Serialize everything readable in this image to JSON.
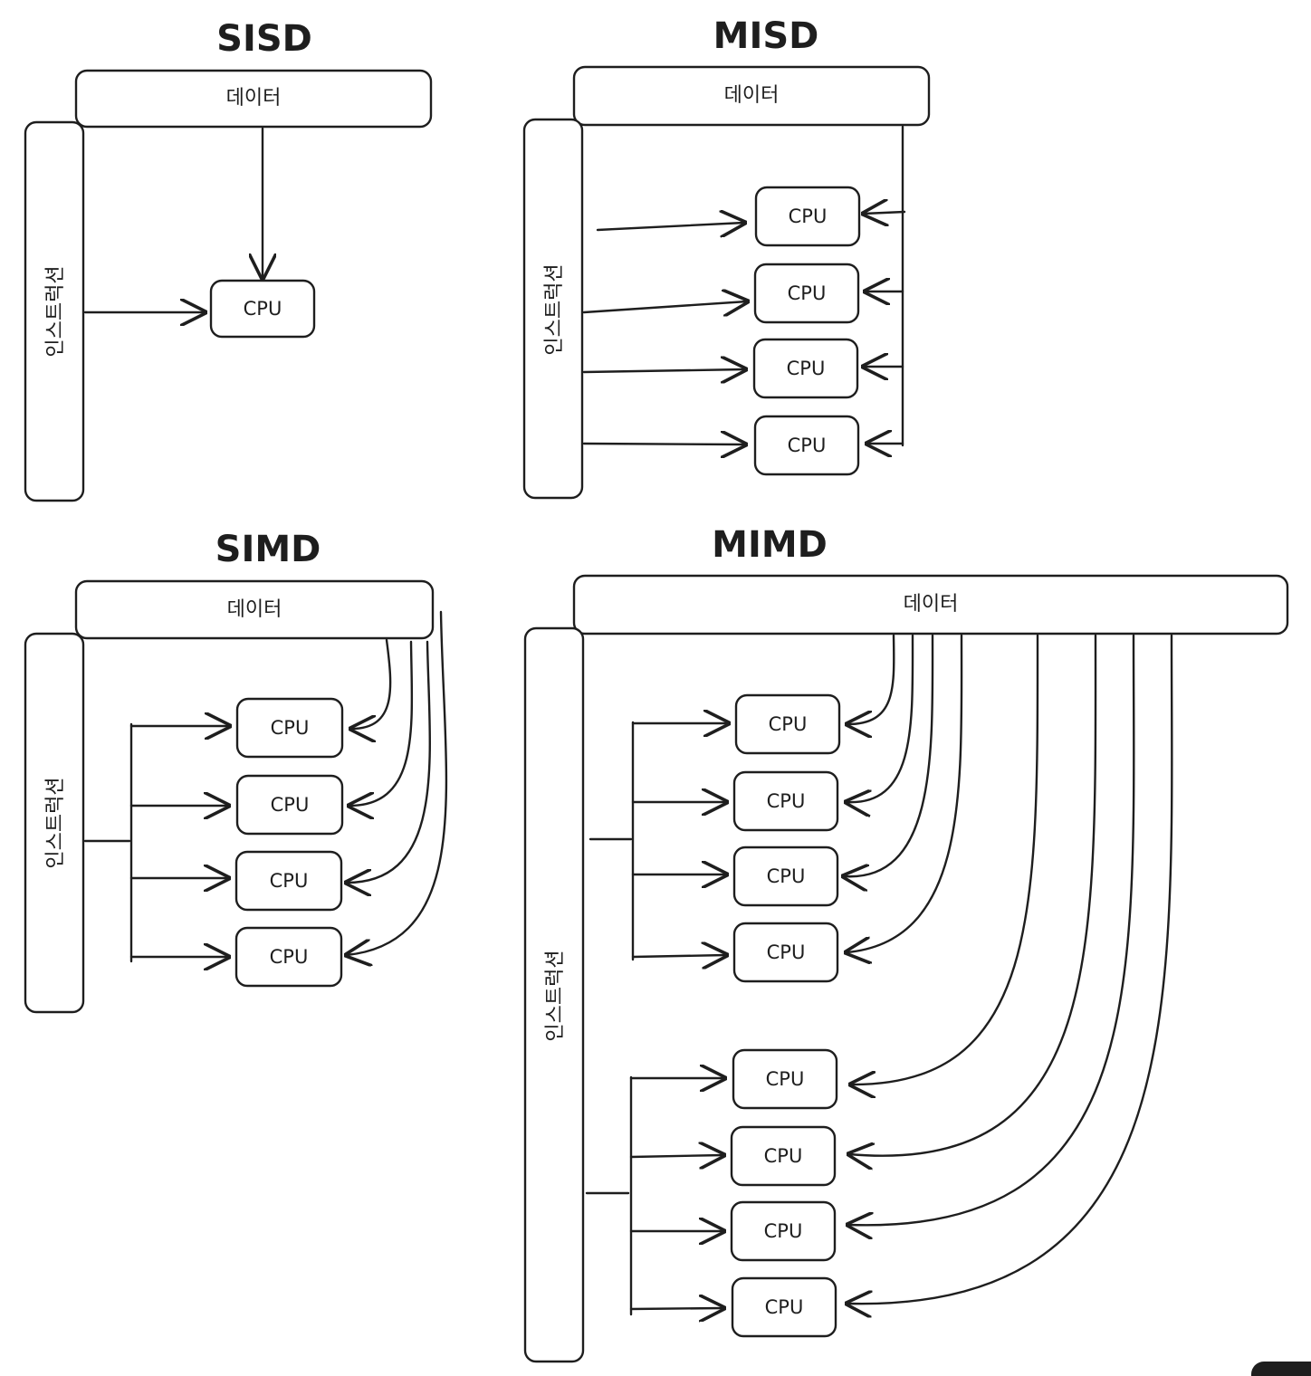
{
  "colors": {
    "stroke": "#1e1e1e",
    "background": "#ffffff"
  },
  "panels": {
    "sisd": {
      "title": "SISD",
      "data_label": "데이터",
      "instruction_label": "인스트럭션",
      "cpu_label": "CPU"
    },
    "misd": {
      "title": "MISD",
      "data_label": "데이터",
      "instruction_label": "인스트럭션",
      "cpu_label": "CPU"
    },
    "simd": {
      "title": "SIMD",
      "data_label": "데이터",
      "instruction_label": "인스트럭션",
      "cpu_label": "CPU"
    },
    "mimd": {
      "title": "MIMD",
      "data_label": "데이터",
      "instruction_label": "인스트럭션",
      "cpu_label": "CPU"
    }
  }
}
